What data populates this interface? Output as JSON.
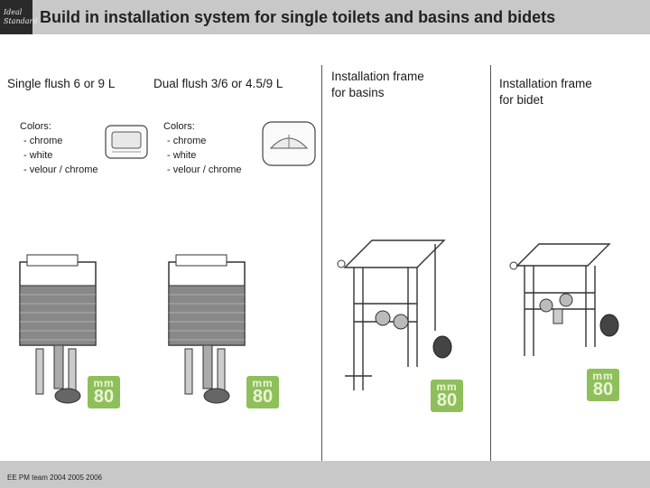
{
  "header": {
    "title": "Build in installation system for single toilets and basins and bidets",
    "logo_lines": [
      "Ideal",
      "Standard"
    ]
  },
  "columns": [
    {
      "heading": "Single flush 6 or 9 L",
      "colors_title": "Colors:",
      "colors": [
        "- chrome",
        "- white",
        "- velour / chrome"
      ],
      "badge": {
        "top": "mm",
        "bottom": "80"
      }
    },
    {
      "heading": "Dual flush 3/6 or 4.5/9 L",
      "colors_title": "Colors:",
      "colors": [
        "- chrome",
        "- white",
        "- velour / chrome"
      ],
      "badge": {
        "top": "mm",
        "bottom": "80"
      }
    },
    {
      "heading_lines": [
        "Installation frame",
        "for basins"
      ],
      "badge": {
        "top": "mm",
        "bottom": "80"
      }
    },
    {
      "heading_lines": [
        "Installation frame",
        "for bidet"
      ],
      "badge": {
        "top": "mm",
        "bottom": "80"
      }
    }
  ],
  "footer": {
    "text": "EE PM team 2004 2005 2006"
  },
  "colors": {
    "header_bg": "#c8c8c8",
    "badge_green": "#8fbf5a",
    "logo_bg": "#2a2a2a"
  }
}
